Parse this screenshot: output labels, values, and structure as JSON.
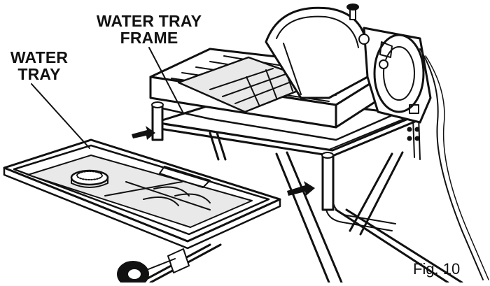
{
  "labels": {
    "water_tray_frame_line1": "WATER TRAY",
    "water_tray_frame_line2": "FRAME",
    "water_tray_line1": "WATER",
    "water_tray_line2": "TRAY"
  },
  "caption": "Fig. 10",
  "icons": [
    "insert-arrow-icon"
  ]
}
